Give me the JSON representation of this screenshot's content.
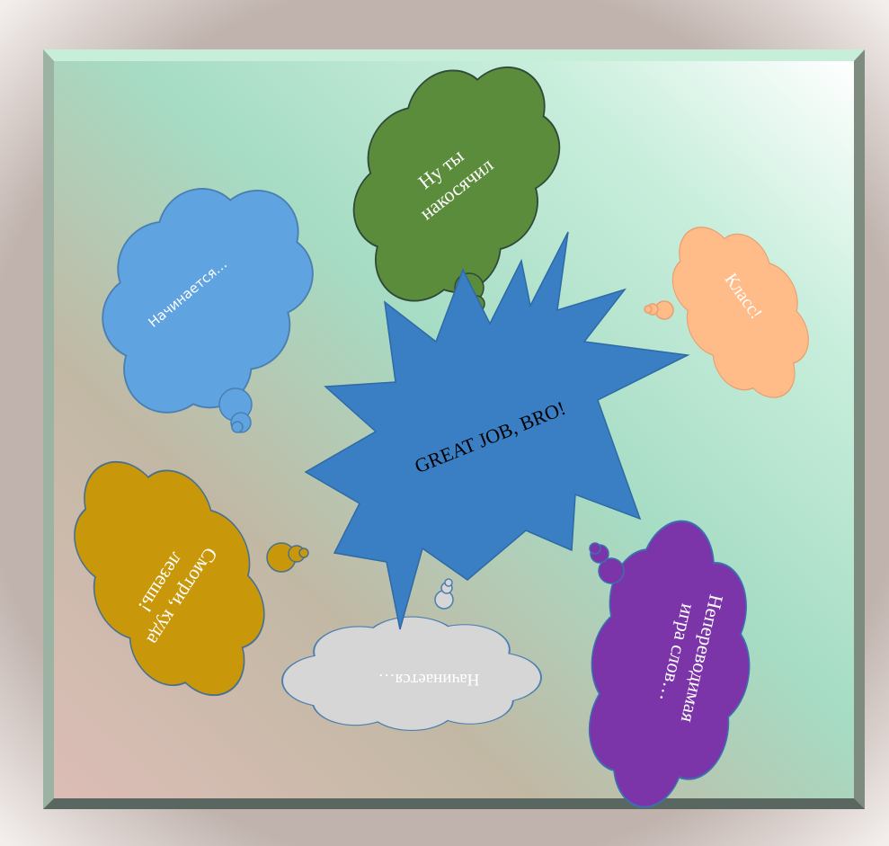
{
  "slide": {
    "center_burst": {
      "text": "GREAT JOB, BRO!",
      "color": "#3a7fc4"
    },
    "clouds": [
      {
        "id": "blue",
        "text": "Начинается…",
        "color": "#5fa3e0"
      },
      {
        "id": "green",
        "line1": "Ну ты",
        "line2": "накосячил",
        "color": "#5b8c3c"
      },
      {
        "id": "peach",
        "text": "Класс!",
        "color": "#ffbb88"
      },
      {
        "id": "yellow",
        "line1": "Смотри, куда",
        "line2": "лезешь!",
        "color": "#c9980a"
      },
      {
        "id": "gray",
        "text": "Начинается…",
        "color": "#d6d6d6"
      },
      {
        "id": "purple",
        "line1": "Непереводимая",
        "line2": "игра слов…",
        "color": "#7b35a8"
      }
    ]
  }
}
